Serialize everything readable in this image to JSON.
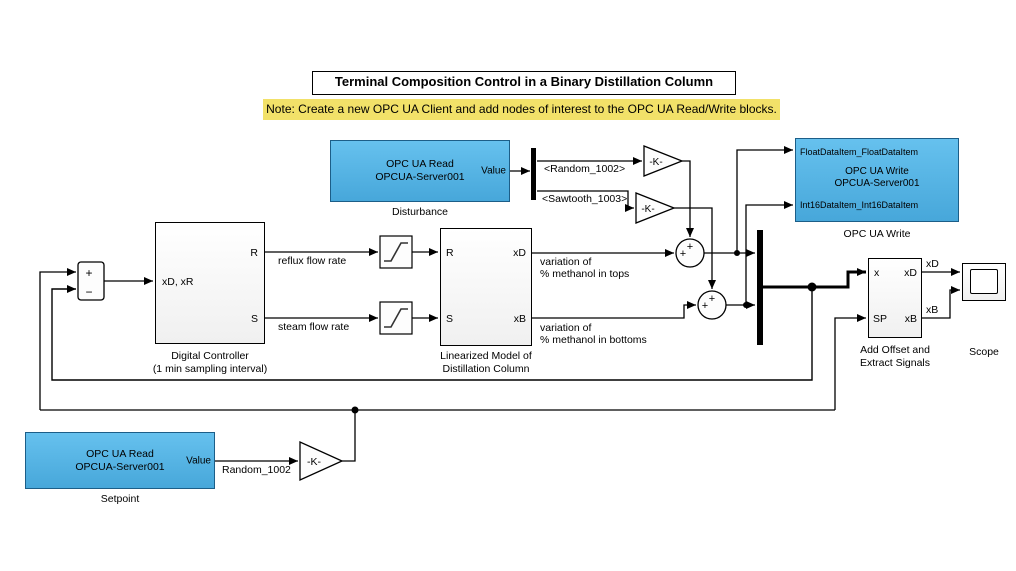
{
  "title": "Terminal Composition Control in a Binary Distillation Column",
  "note": "Note: Create a new OPC UA Client and add nodes of interest to the OPC UA Read/Write blocks.",
  "colors": {
    "block_blue": "#57B6E9",
    "note_bg": "#F2E169",
    "wire": "#000000"
  },
  "blocks": {
    "disturbance": {
      "line1": "OPC UA Read",
      "line2": "OPCUA-Server001",
      "port_out": "Value",
      "label": "Disturbance"
    },
    "setpoint": {
      "line1": "OPC UA Read",
      "line2": "OPCUA-Server001",
      "port_out": "Value",
      "label": "Setpoint"
    },
    "opc_write": {
      "port_in1": "FloatDataItem_FloatDataItem",
      "line1": "OPC UA Write",
      "line2": "OPCUA-Server001",
      "port_in2": "Int16DataItem_Int16DataItem",
      "label": "OPC UA Write"
    },
    "digital_controller": {
      "port_in": "xD, xR",
      "port_out1": "R",
      "port_out2": "S",
      "label_line1": "Digital Controller",
      "label_line2": "(1 min sampling interval)"
    },
    "linearized_model": {
      "port_in1": "R",
      "port_in2": "S",
      "port_out1": "xD",
      "port_out2": "xB",
      "label_line1": "Linearized Model of",
      "label_line2": "Distillation Column"
    },
    "add_offset": {
      "port_in1": "x",
      "port_in2": "SP",
      "port_out1": "xD",
      "port_out2": "xB",
      "label_line1": "Add Offset and",
      "label_line2": "Extract Signals"
    },
    "scope": {
      "label": "Scope"
    },
    "gain1": {
      "text": "-K-"
    },
    "gain2": {
      "text": "-K-"
    },
    "gain3": {
      "text": "-K-"
    },
    "sum1": {
      "sign_left": "+",
      "sign_top": "+"
    },
    "sum2": {
      "sign_left": "+",
      "sign_top": "+"
    },
    "sum_feedback": {
      "sign_plus": "+",
      "sign_minus": "−"
    }
  },
  "signals": {
    "random_bus": "<Random_1002>",
    "sawtooth_bus": "<Sawtooth_1003>",
    "reflux": "reflux flow rate",
    "steam": "steam flow rate",
    "tops_line1": "variation of",
    "tops_line2": "% methanol in tops",
    "bottoms_line1": "variation of",
    "bottoms_line2": "% methanol in bottoms",
    "random": "Random_1002",
    "xd": "xD",
    "xb": "xB"
  }
}
